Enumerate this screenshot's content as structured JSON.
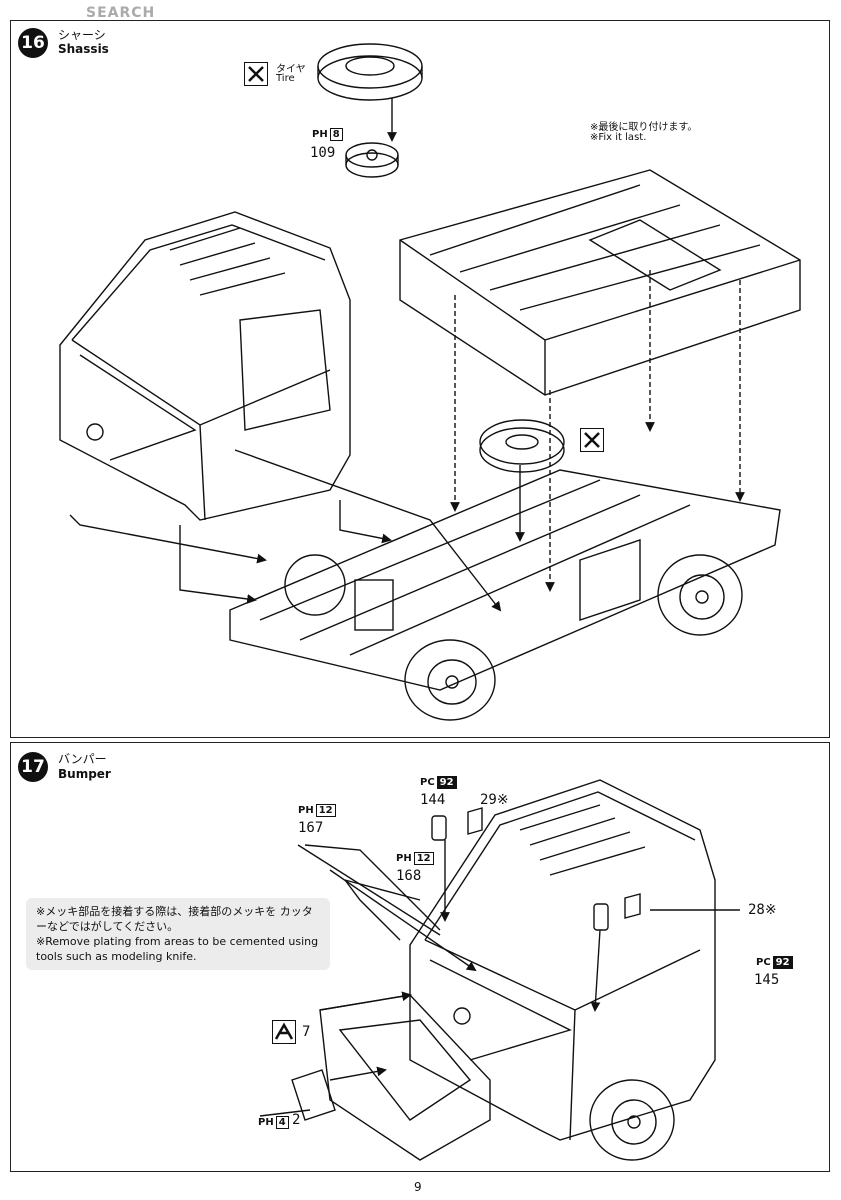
{
  "watermark": "SEARCH",
  "step16": {
    "number": "16",
    "title_jp": "シャーシ",
    "title_en": "Shassis",
    "tire_label_jp": "タイヤ",
    "tire_label_en": "Tire",
    "part_tag": "PH",
    "part_tag_num": "8",
    "part_number": "109",
    "note_jp": "※最後に取り付けます。",
    "note_en": "※Fix it last."
  },
  "step17": {
    "number": "17",
    "title_jp": "バンパー",
    "title_en": "Bumper",
    "note_jp": "※メッキ部品を接着する際は、接着部のメッキを カッターなどではがしてください。",
    "note_en": "※Remove plating from areas to be cemented using tools such as modeling knife.",
    "parts": [
      {
        "tag": "PC",
        "tag_num": "92",
        "number": "144"
      },
      {
        "tag": "",
        "tag_num": "",
        "number": "29※"
      },
      {
        "tag": "PH",
        "tag_num": "12",
        "number": "167"
      },
      {
        "tag": "PH",
        "tag_num": "12",
        "number": "168"
      },
      {
        "tag": "",
        "tag_num": "",
        "number": "28※"
      },
      {
        "tag": "PC",
        "tag_num": "92",
        "number": "145"
      },
      {
        "tag": "",
        "tag_num": "",
        "number": "7"
      },
      {
        "tag": "PH",
        "tag_num": "4",
        "number": "2"
      }
    ]
  },
  "page_number": "9",
  "icons": [
    "tire-tool-icon",
    "cement-icon",
    "cement-icon-small"
  ]
}
